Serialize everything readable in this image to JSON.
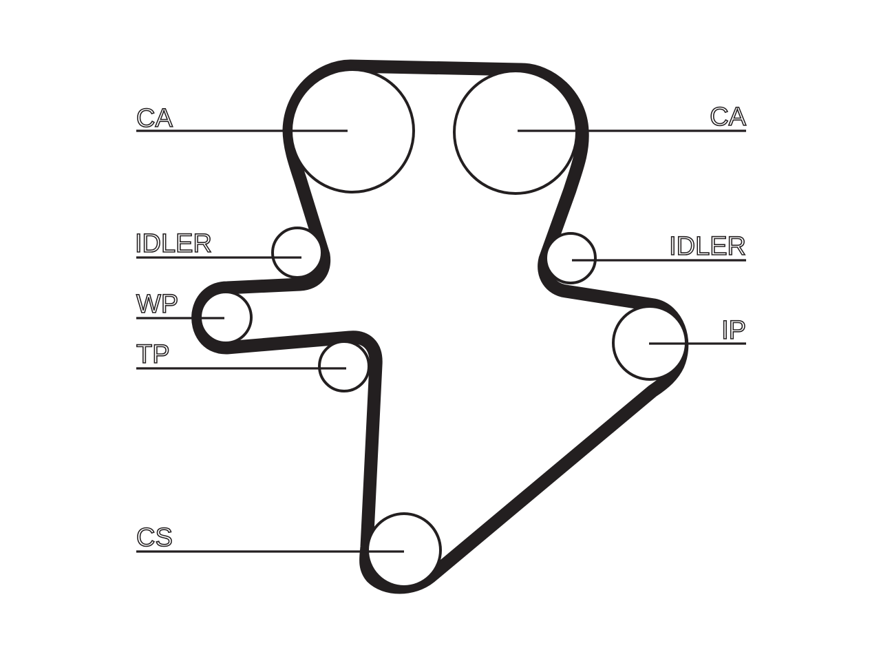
{
  "diagram": {
    "labels": {
      "ca_left": "CA",
      "ca_right": "CA",
      "idler_left": "IDLER",
      "idler_right": "IDLER",
      "wp": "WP",
      "tp": "TP",
      "ip": "IP",
      "cs": "CS"
    },
    "colors": {
      "ink": "#231f20",
      "background": "#ffffff"
    }
  }
}
